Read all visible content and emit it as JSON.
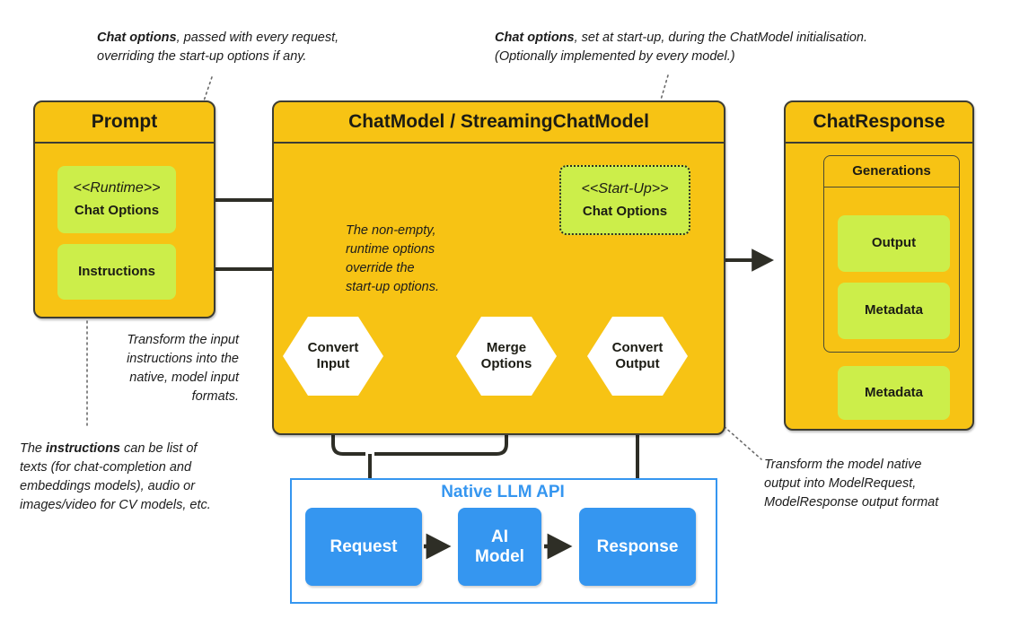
{
  "diagram": {
    "title_not_rendered": "",
    "colors": {
      "amber": "#f7c314",
      "lime": "#ccee4a",
      "blue": "#3596f0",
      "outline": "#3d3d33",
      "text": "#1c1c14"
    }
  },
  "prompt_box": {
    "header": "Prompt",
    "runtime_stereotype": "<<Runtime>>",
    "runtime_label": "Chat Options",
    "instructions_label": "Instructions"
  },
  "chatmodel_box": {
    "header": "ChatModel / StreamingChatModel",
    "startup_stereotype": "<<Start-Up>>",
    "startup_label": "Chat Options",
    "hexagons": [
      {
        "line1": "Convert",
        "line2": "Input"
      },
      {
        "line1": "Merge",
        "line2": "Options"
      },
      {
        "line1": "Convert",
        "line2": "Output"
      }
    ],
    "merge_note_lines": [
      "The non-empty,",
      "runtime options",
      "override the",
      "start-up options."
    ]
  },
  "chatresponse_box": {
    "header": "ChatResponse",
    "generations_header": "Generations",
    "generations_items": [
      "Output",
      "Metadata"
    ],
    "metadata_label": "Metadata"
  },
  "native_api": {
    "title": "Native LLM API",
    "nodes": [
      {
        "line1": "Request",
        "line2": ""
      },
      {
        "line1": "AI",
        "line2": "Model"
      },
      {
        "line1": "Response",
        "line2": ""
      }
    ]
  },
  "annotations": {
    "runtime_note": {
      "bold": "Chat options",
      "rest_line1": ", passed with every  request,",
      "line2": "overriding the start-up options if any."
    },
    "startup_note": {
      "bold": "Chat options",
      "rest_line1": ", set at start-up, during  the ChatModel initialisation.",
      "line2": "(Optionally implemented by every model.)"
    },
    "convert_input_note": [
      "Transform the input",
      "instructions into the",
      "native, model input",
      "formats."
    ],
    "instructions_note": {
      "pre": "The ",
      "bold": "instructions",
      "post_line1": " can be list of",
      "line2": "texts (for chat-completion and",
      "line3": "embeddings models), audio or",
      "line4": "images/video for CV models, etc."
    },
    "convert_output_note": [
      "Transform the model native",
      "output into ModelRequest,",
      "ModelResponse output format"
    ]
  }
}
